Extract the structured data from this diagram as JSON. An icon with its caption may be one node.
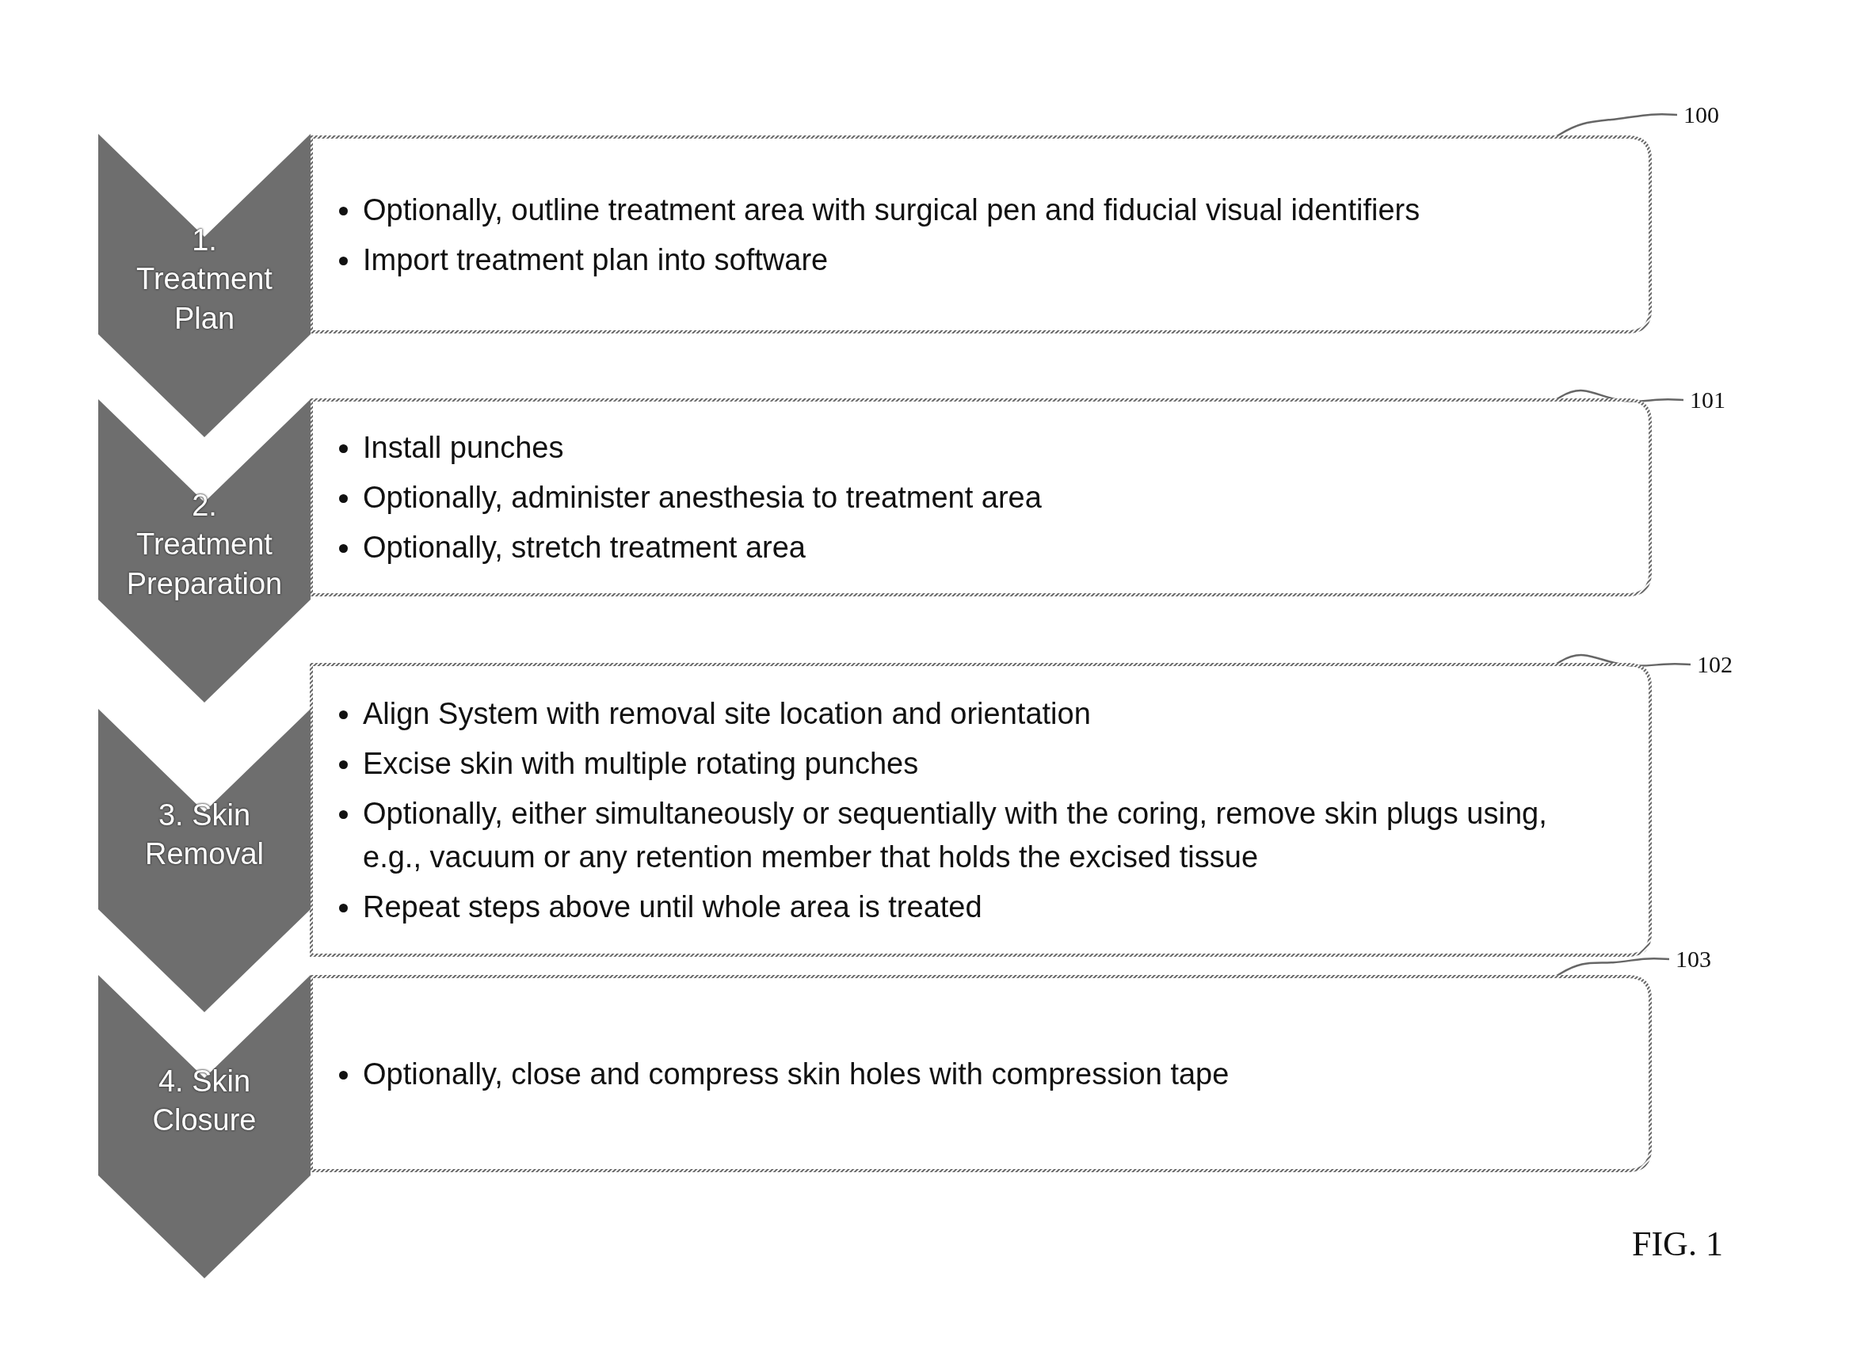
{
  "diagram": {
    "caption": "FIG. 1",
    "nodes": [
      {
        "text": [
          "1. Treatment Plan"
        ]
      },
      {
        "text": [
          "Optionally, outline treatment area with surgical pen and fiducial visual identifiers",
          "Import treatment plan into software"
        ]
      },
      {
        "text": [
          "100"
        ]
      },
      {
        "text": [
          "2. Treatment Preparation"
        ]
      },
      {
        "text": [
          "Install punches",
          "Optionally, administer anesthesia to treatment area",
          "Optionally, stretch treatment area"
        ]
      },
      {
        "text": [
          "101"
        ]
      },
      {
        "text": [
          "3. Skin Removal"
        ]
      },
      {
        "text": [
          "Align System with removal site location and orientation",
          "Excise skin with multiple rotating punches",
          "Optionally, either simultaneously or sequentially with the coring, remove skin plugs using, e.g., vacuum or any retention member that holds the excised tissue",
          "Repeat steps above until whole area is treated"
        ]
      },
      {
        "text": [
          "102"
        ]
      },
      {
        "text": [
          "4. Skin Closure"
        ]
      },
      {
        "text": [
          "Optionally, close and compress skin holes with compression tape"
        ]
      },
      {
        "text": [
          "103"
        ]
      }
    ],
    "edges": [
      {
        "from": 2,
        "to": 1,
        "arrow": "none"
      },
      {
        "from": 5,
        "to": 4,
        "arrow": "none"
      },
      {
        "from": 8,
        "to": 7,
        "arrow": "none"
      },
      {
        "from": 11,
        "to": 10,
        "arrow": "none"
      }
    ]
  }
}
